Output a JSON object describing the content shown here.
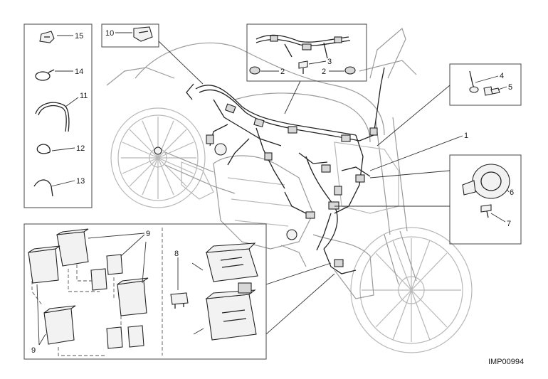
{
  "diagram": {
    "image_code": "IMP00994",
    "labels": [
      {
        "id": "c1",
        "text": "1"
      },
      {
        "id": "c2a",
        "text": "2"
      },
      {
        "id": "c2b",
        "text": "2"
      },
      {
        "id": "c3",
        "text": "3"
      },
      {
        "id": "c4",
        "text": "4"
      },
      {
        "id": "c5",
        "text": "5"
      },
      {
        "id": "c6",
        "text": "6"
      },
      {
        "id": "c7",
        "text": "7"
      },
      {
        "id": "c8",
        "text": "8"
      },
      {
        "id": "c9a",
        "text": "9"
      },
      {
        "id": "c9b",
        "text": "9"
      },
      {
        "id": "c10",
        "text": "10"
      },
      {
        "id": "c11",
        "text": "11"
      },
      {
        "id": "c12",
        "text": "12"
      },
      {
        "id": "c13",
        "text": "13"
      },
      {
        "id": "c14",
        "text": "14"
      },
      {
        "id": "c15",
        "text": "15"
      }
    ]
  }
}
